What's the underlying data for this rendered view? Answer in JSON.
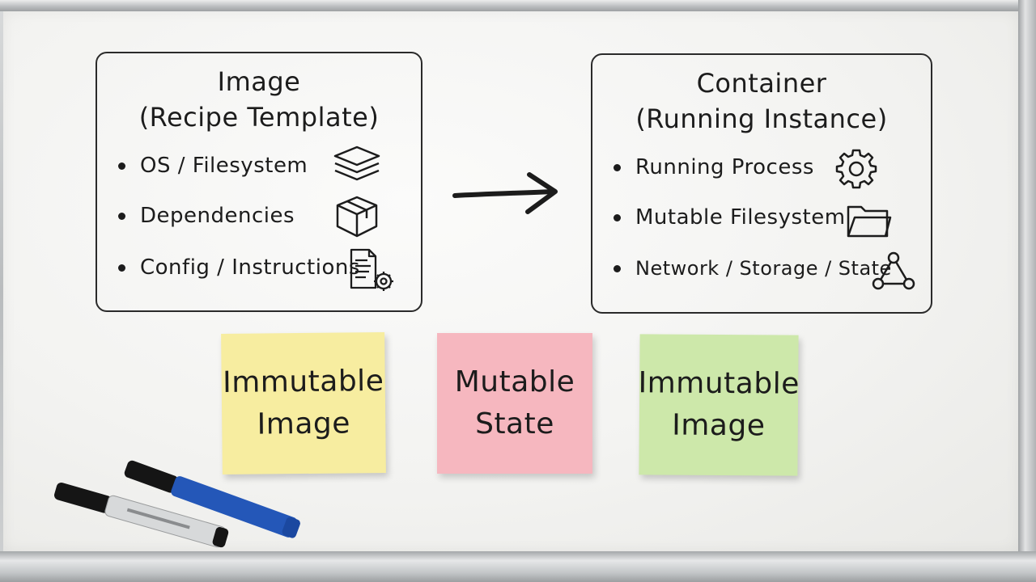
{
  "image_box": {
    "title_line1": "Image",
    "title_line2": "(Recipe Template)",
    "items": [
      {
        "label": "OS / Filesystem",
        "icon": "layers-icon"
      },
      {
        "label": "Dependencies",
        "icon": "package-box-icon"
      },
      {
        "label": "Config / Instructions",
        "icon": "document-gear-icon"
      }
    ]
  },
  "container_box": {
    "title_line1": "Container",
    "title_line2": "(Running Instance)",
    "items": [
      {
        "label": "Running Process",
        "icon": "gear-icon"
      },
      {
        "label": "Mutable Filesystem",
        "icon": "folder-icon"
      },
      {
        "label": "Network / Storage / State",
        "icon": "network-nodes-icon"
      }
    ]
  },
  "notes": [
    {
      "line1": "Immutable",
      "line2": "Image",
      "color": "#f7eda0"
    },
    {
      "line1": "Mutable",
      "line2": "State",
      "color": "#f6b7bf"
    },
    {
      "line1": "Immutable",
      "line2": "Image",
      "color": "#cde8aa"
    }
  ],
  "markers": [
    {
      "name": "black-marker",
      "color": "#151515"
    },
    {
      "name": "blue-marker",
      "color": "#2457b8"
    }
  ]
}
